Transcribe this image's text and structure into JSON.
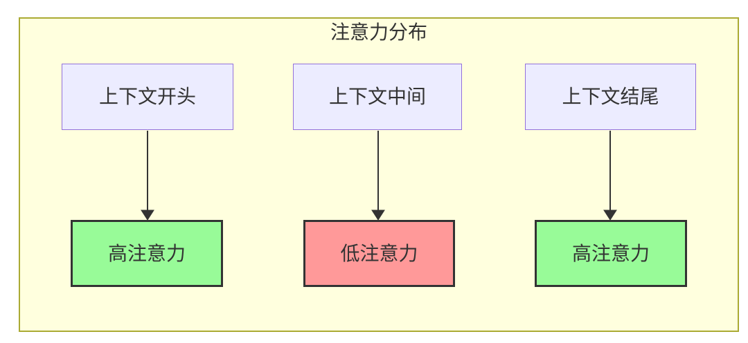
{
  "diagram": {
    "type": "flowchart",
    "title": "注意力分布",
    "columns": [
      {
        "source": {
          "id": "context-start",
          "label": "上下文开头"
        },
        "target": {
          "id": "high-attention-1",
          "label": "高注意力",
          "level": "high"
        }
      },
      {
        "source": {
          "id": "context-middle",
          "label": "上下文中间"
        },
        "target": {
          "id": "low-attention",
          "label": "低注意力",
          "level": "low"
        }
      },
      {
        "source": {
          "id": "context-end",
          "label": "上下文结尾"
        },
        "target": {
          "id": "high-attention-2",
          "label": "高注意力",
          "level": "high"
        }
      }
    ],
    "colors": {
      "canvas_bg": "#ffffff",
      "container_fill": "#ffffde",
      "container_border": "#aaaa33",
      "source_fill": "#ececff",
      "source_border": "#9370db",
      "high_fill": "#98fb98",
      "low_fill": "#ff9999",
      "target_border": "#333333",
      "arrow": "#333333",
      "text": "#333333"
    }
  }
}
